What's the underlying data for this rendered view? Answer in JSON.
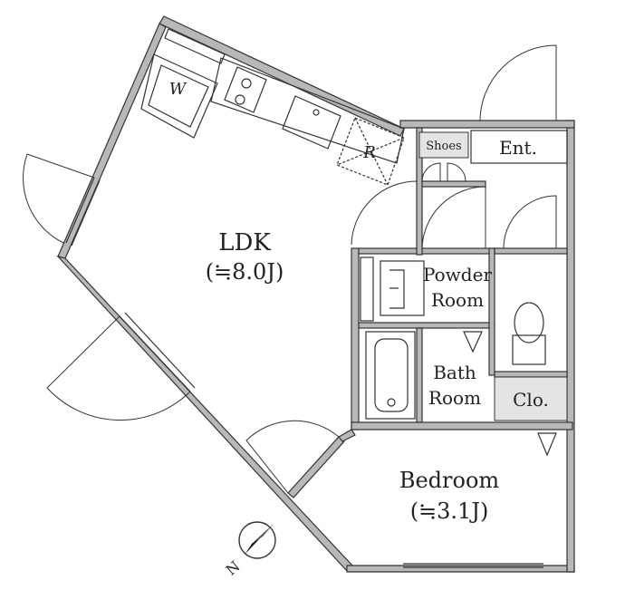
{
  "rooms": {
    "ldk": {
      "name": "LDK",
      "area": "(≒8.0J)"
    },
    "bedroom": {
      "name": "Bedroom",
      "area": "(≒3.1J)"
    },
    "powder": {
      "line1": "Powder",
      "line2": "Room"
    },
    "bath": {
      "line1": "Bath",
      "line2": "Room"
    },
    "entrance": "Ent.",
    "shoes": "Shoes",
    "closet": "Clo."
  },
  "fixtures": {
    "washer": "W",
    "refrigerator": "R"
  },
  "compass": {
    "north": "N"
  }
}
